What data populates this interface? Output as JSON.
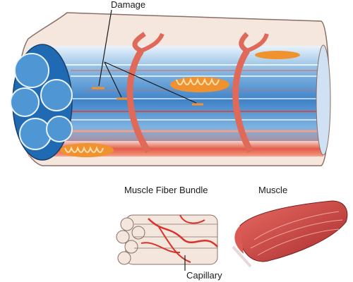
{
  "labels": {
    "damage": "Damage",
    "fiber_bundle": "Muscle Fiber Bundle",
    "muscle": "Muscle",
    "capillary": "Capillary"
  },
  "colors": {
    "sheath": "#f4e6dc",
    "sheath_edge": "#8a6f66",
    "fiber_blue": "#4c8fcf",
    "fiber_light": "#cfe4f5",
    "fiber_red": "#d9463a",
    "mitochondria": "#f0922e",
    "muscle_red": "#c23b3b"
  }
}
